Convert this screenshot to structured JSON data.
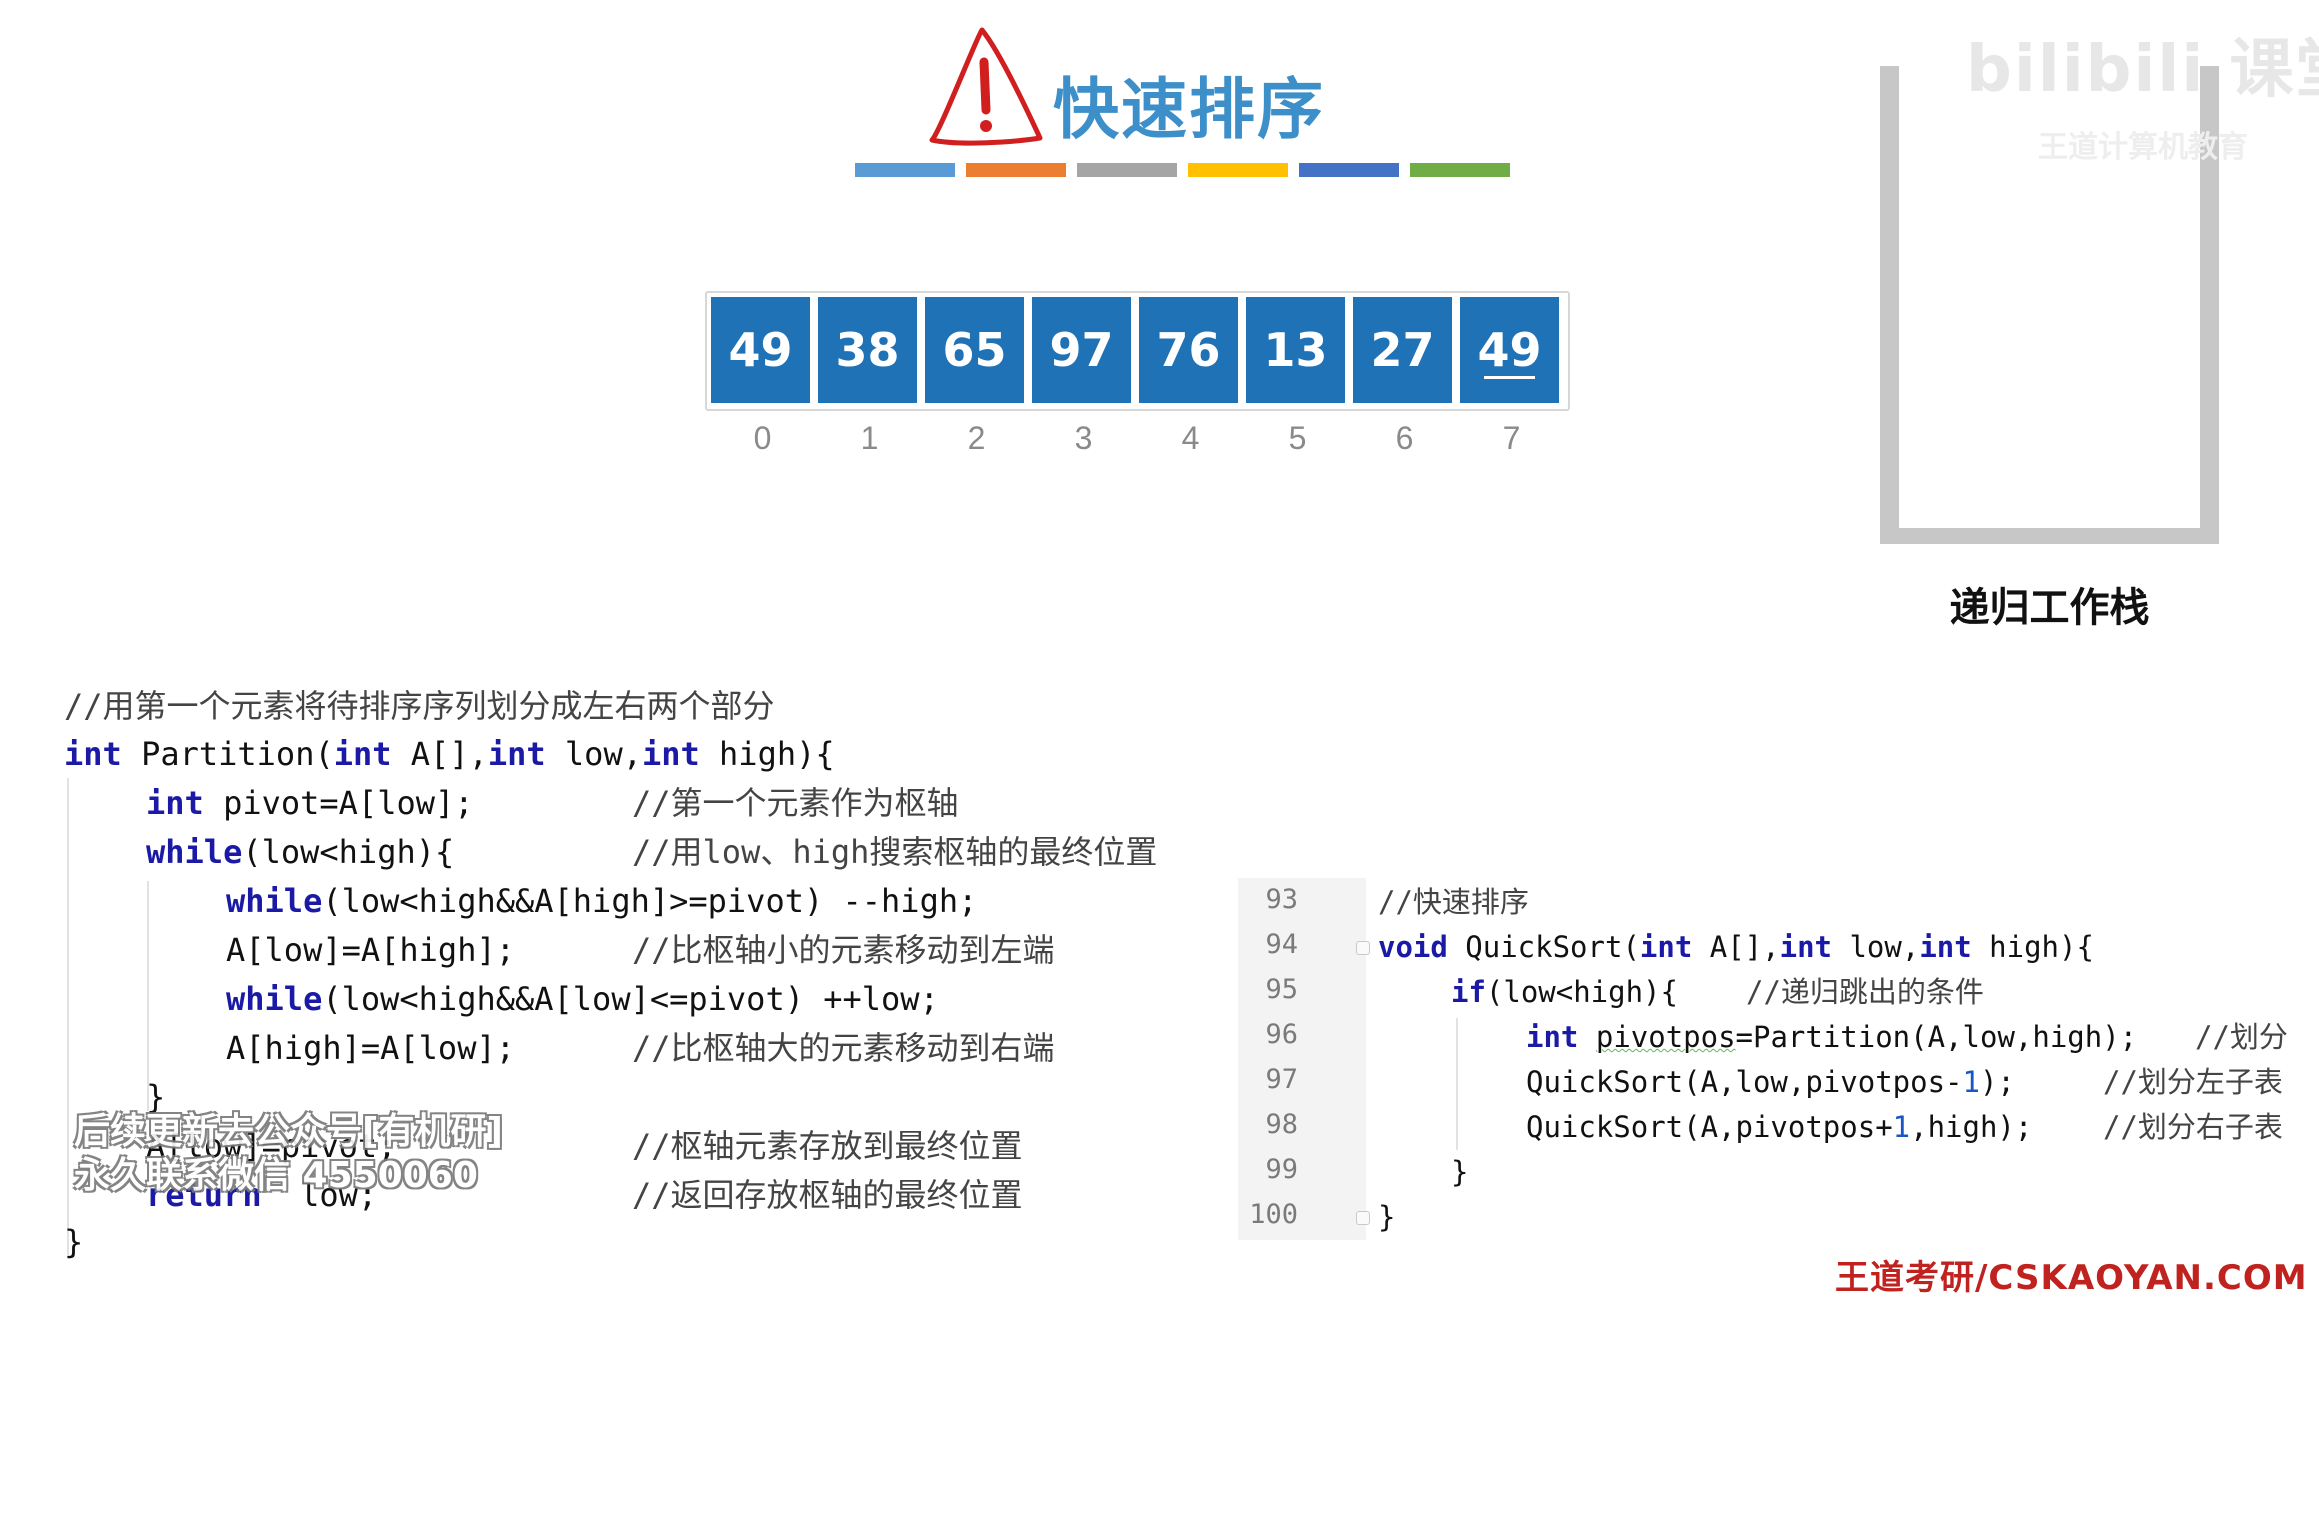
{
  "title": {
    "text": "快速排序",
    "icon": "warning-icon",
    "color": "#3d8fc9"
  },
  "color_bar": [
    "#5b9bd5",
    "#ed7d31",
    "#a5a5a5",
    "#ffc000",
    "#4472c4",
    "#70ad47"
  ],
  "array": {
    "values": [
      "49",
      "38",
      "65",
      "97",
      "76",
      "13",
      "27",
      "49"
    ],
    "indices": [
      "0",
      "1",
      "2",
      "3",
      "4",
      "5",
      "6",
      "7"
    ],
    "underlined_index": 7,
    "cell_color": "#1e72b5"
  },
  "stack": {
    "label": "递归工作栈"
  },
  "logo_watermark": {
    "big": "bilibili 课堂",
    "small": "王道计算机教育"
  },
  "partition_code": {
    "comment_header": "//用第一个元素将待排序序列划分成左右两个部分",
    "lines": [
      {
        "kw1": "int",
        "t1": " Partition(",
        "kw2": "int",
        "t2": " A[],",
        "kw3": "int",
        "t3": " low,",
        "kw4": "int",
        "t4": " high){"
      },
      {
        "kw": "int",
        "code": " pivot=A[low];",
        "comment": "//第一个元素作为枢轴"
      },
      {
        "kw": "while",
        "code": "(low<high){",
        "comment": "//用low、high搜索枢轴的最终位置"
      },
      {
        "kw": "while",
        "code": "(low<high&&A[high]>=pivot) --high;"
      },
      {
        "code": "A[low]=A[high];",
        "comment": "//比枢轴小的元素移动到左端"
      },
      {
        "kw": "while",
        "code": "(low<high&&A[low]<=pivot) ++low;"
      },
      {
        "code": "A[high]=A[low];",
        "comment": "//比枢轴大的元素移动到右端"
      },
      {
        "code": "}"
      },
      {
        "code": "A[low]=pivot;",
        "comment": "//枢轴元素存放到最终位置"
      },
      {
        "kw": "return",
        "code": "  low;",
        "comment": "//返回存放枢轴的最终位置"
      },
      {
        "code": "}"
      }
    ]
  },
  "quicksort_code": {
    "line_numbers": [
      "93",
      "94",
      "95",
      "96",
      "97",
      "98",
      "99",
      "100"
    ],
    "l93": "//快速排序",
    "l94": {
      "kw1": "void",
      "t1": " QuickSort(",
      "kw2": "int",
      "t2": " A[],",
      "kw3": "int",
      "t3": " low,",
      "kw4": "int",
      "t4": " high){"
    },
    "l95": {
      "kw": "if",
      "code": "(low<high){",
      "comment": "//递归跳出的条件"
    },
    "l96": {
      "kw": "int",
      "pre": " ",
      "squiggle": "pivotpos",
      "code": "=Partition(A,low,high);",
      "comment": "//划分"
    },
    "l97": {
      "code1": "QuickSort(A,low,pivotpos-",
      "num": "1",
      "code2": ");",
      "comment": "//划分左子表"
    },
    "l98": {
      "code1": "QuickSort(A,pivotpos+",
      "num": "1",
      "code2": ",high);",
      "comment": "//划分右子表"
    },
    "l99": "}",
    "l100": "}"
  },
  "overlay_watermark": {
    "line1": "后续更新去公众号[有机研]",
    "line2": "永久联系微信 4550060"
  },
  "footer": "王道考研/CSKAOYAN.COM"
}
